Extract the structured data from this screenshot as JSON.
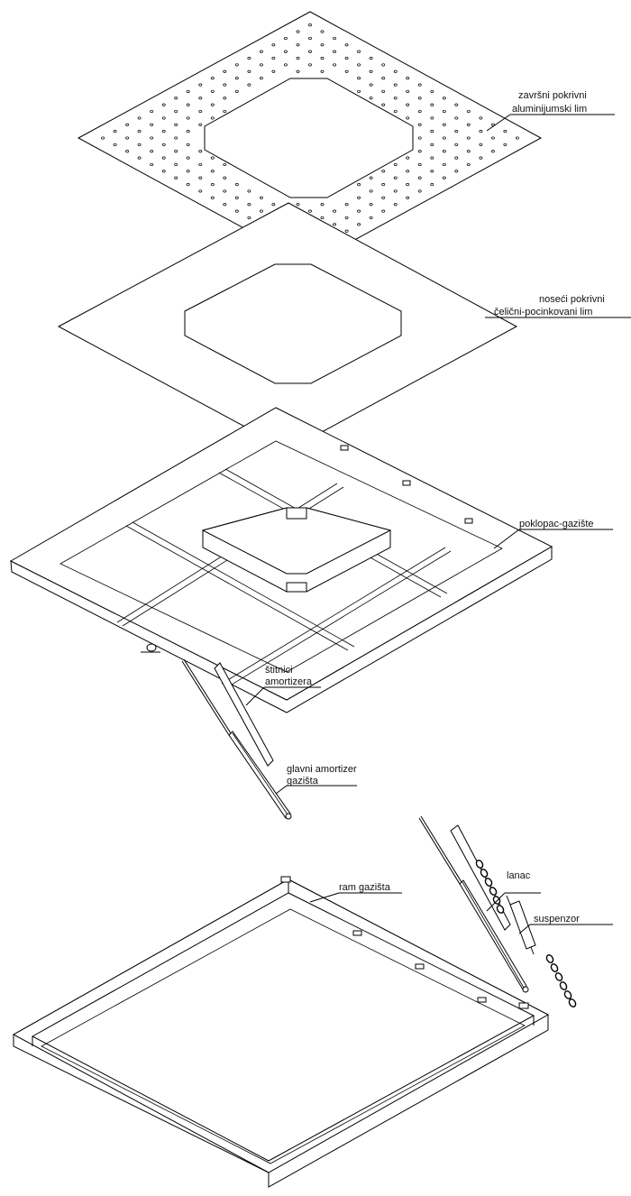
{
  "labels": {
    "top_sheet_line1": "završni pokrivni",
    "top_sheet_line2": "aluminijumski lim",
    "steel_sheet_line1": "noseći pokrivni",
    "steel_sheet_line2": "čelični-pocinkovani lim",
    "lid": "poklopac-gazište",
    "shields_line1": "štitnici",
    "shields_line2": "amortizera",
    "main_damper_line1": "glavni amortizer",
    "main_damper_line2": "gazišta",
    "frame": "ram gazišta",
    "chain": "lanac",
    "suspensor": "suspenzor"
  }
}
